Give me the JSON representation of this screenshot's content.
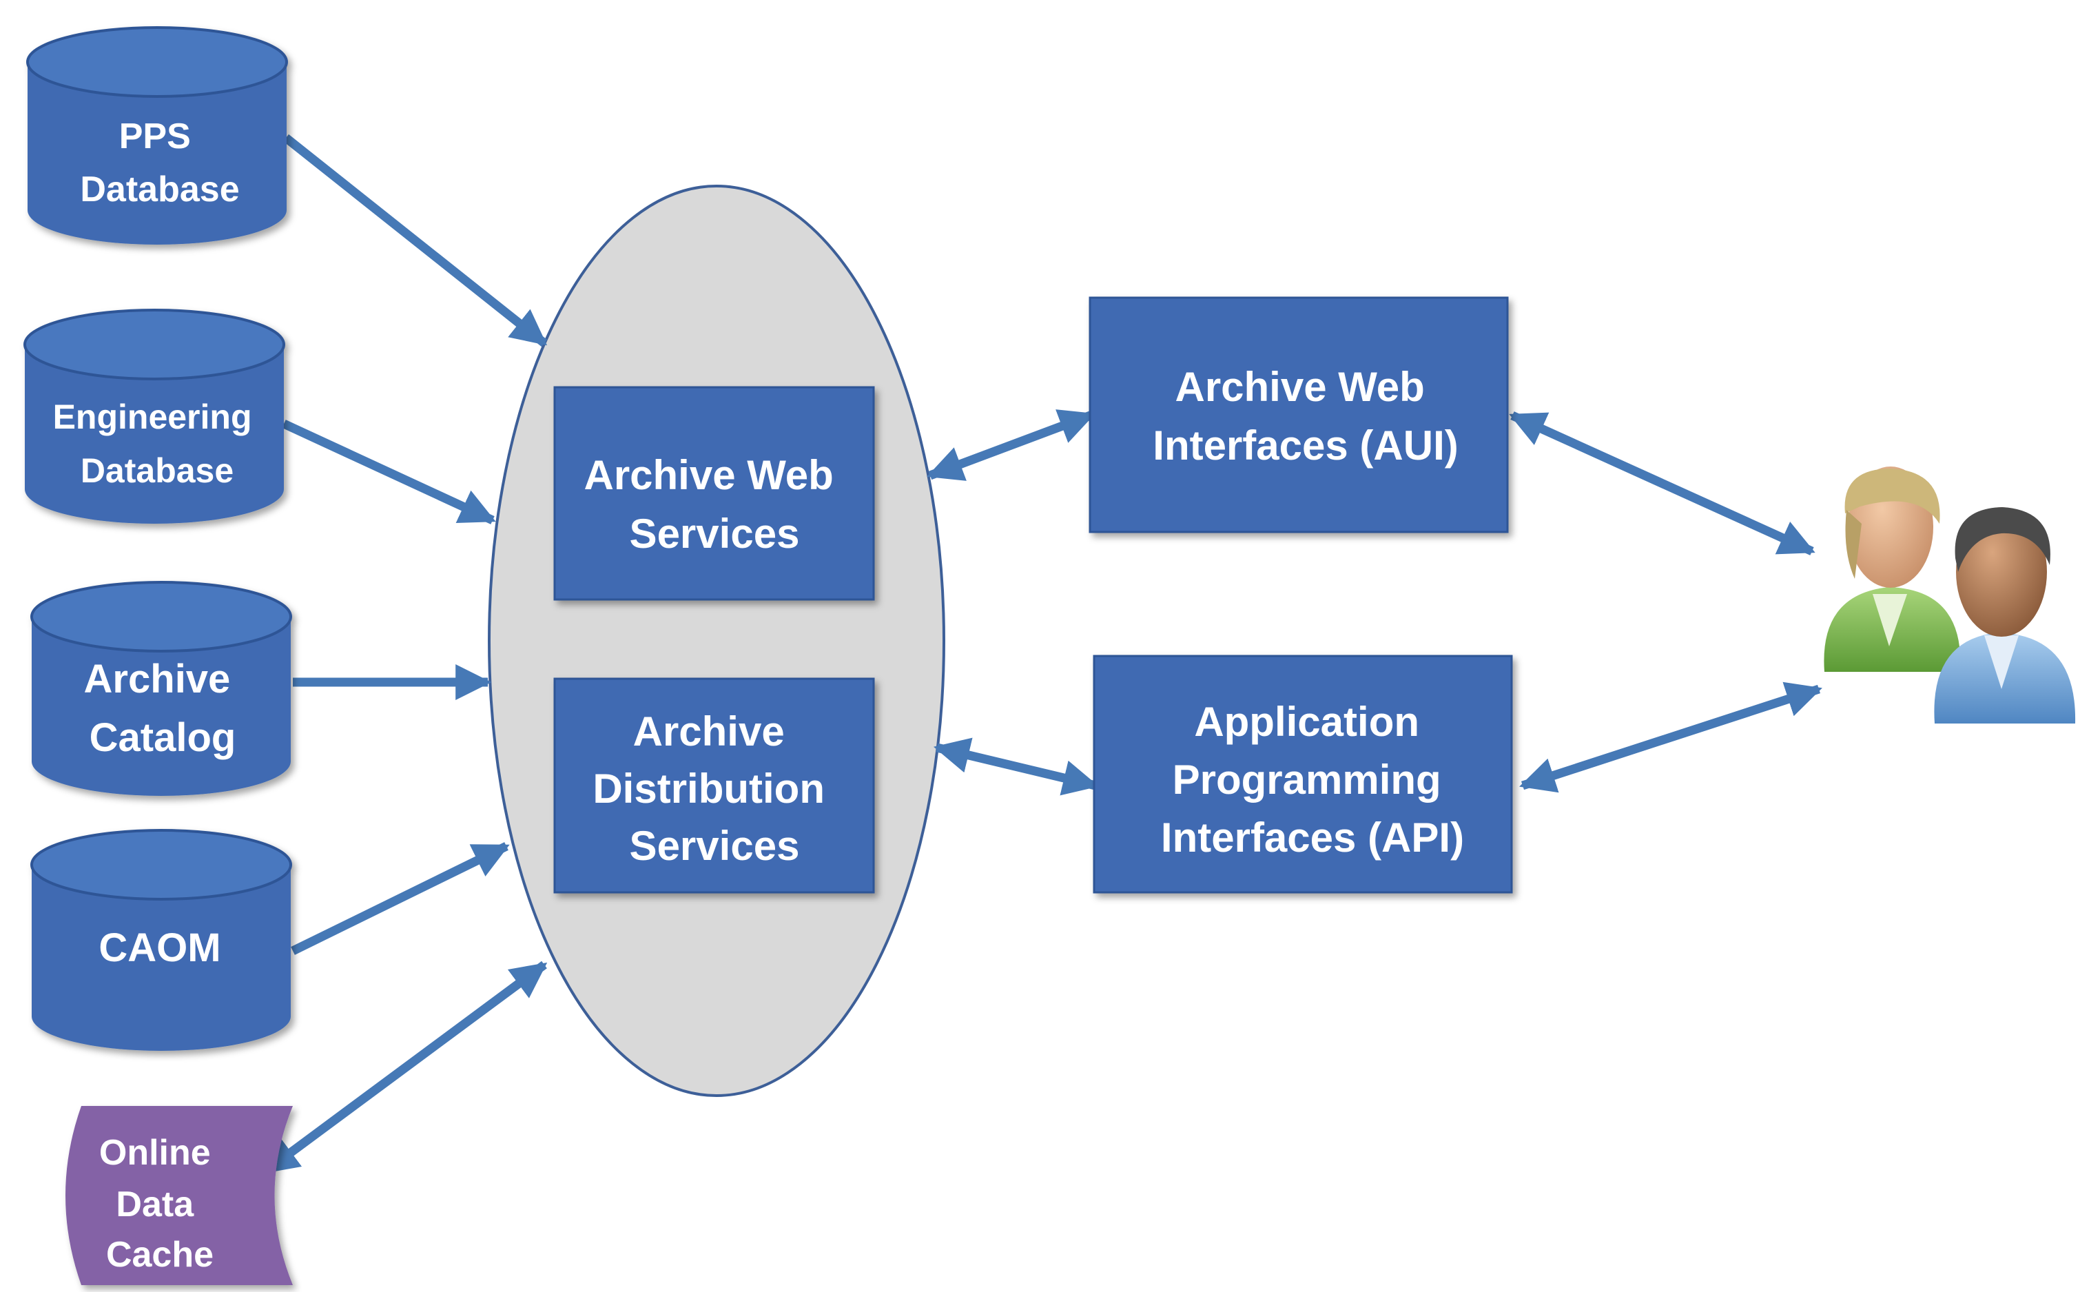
{
  "sources": [
    {
      "id": "pps",
      "lines": [
        "PPS",
        "Database"
      ]
    },
    {
      "id": "engineering",
      "lines": [
        "Engineering",
        "Database"
      ]
    },
    {
      "id": "catalog",
      "lines": [
        "Archive",
        "Catalog"
      ]
    },
    {
      "id": "caom",
      "lines": [
        "CAOM"
      ]
    }
  ],
  "cache": {
    "lines": [
      "Online",
      "Data",
      "Cache"
    ]
  },
  "services": {
    "web": {
      "lines": [
        "Archive Web",
        "Services"
      ]
    },
    "distribution": {
      "lines": [
        "Archive",
        "Distribution",
        "Services"
      ]
    }
  },
  "interfaces": {
    "aui": {
      "lines": [
        "Archive Web",
        "Interfaces (AUI)"
      ]
    },
    "api": {
      "lines": [
        "Application",
        "Programming",
        "Interfaces (API)"
      ]
    }
  },
  "users_icon": "users-icon",
  "colors": {
    "box": "#3f6bb2",
    "box_edge": "#2f5596",
    "cylinder_top": "#4a78bf",
    "cache": "#8462a6",
    "ellipse_fill": "#d9d9d9",
    "ellipse_stroke": "#3d5f98",
    "arrow": "#4679b6"
  }
}
